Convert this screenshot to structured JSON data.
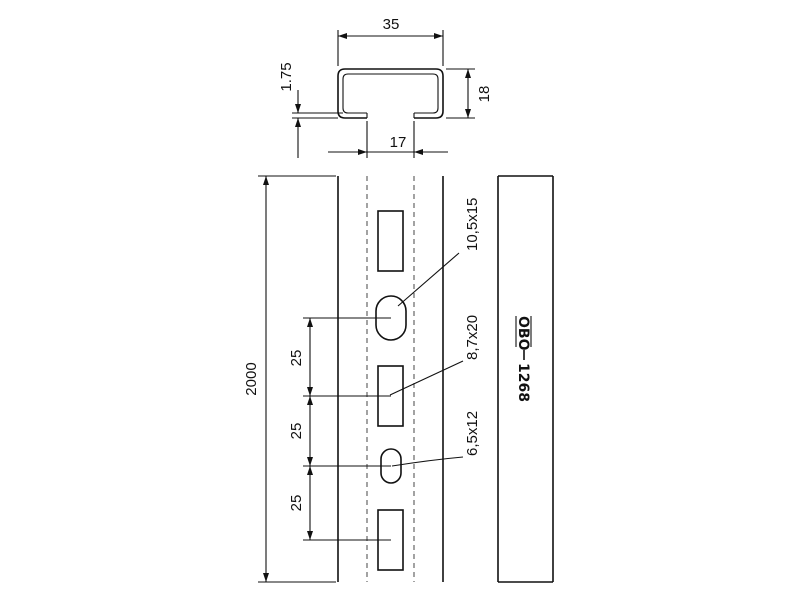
{
  "profile": {
    "width": "35",
    "height": "18",
    "thickness": "1.75",
    "opening": "17"
  },
  "rail": {
    "length": "2000",
    "pitch_a": "25",
    "pitch_b": "25",
    "pitch_c": "25"
  },
  "holes": {
    "large_slot": "10,5x15",
    "rect_slot": "8,7x20",
    "small_slot": "6,5x12"
  },
  "marking": {
    "brand": "OBO",
    "code": "1268"
  }
}
